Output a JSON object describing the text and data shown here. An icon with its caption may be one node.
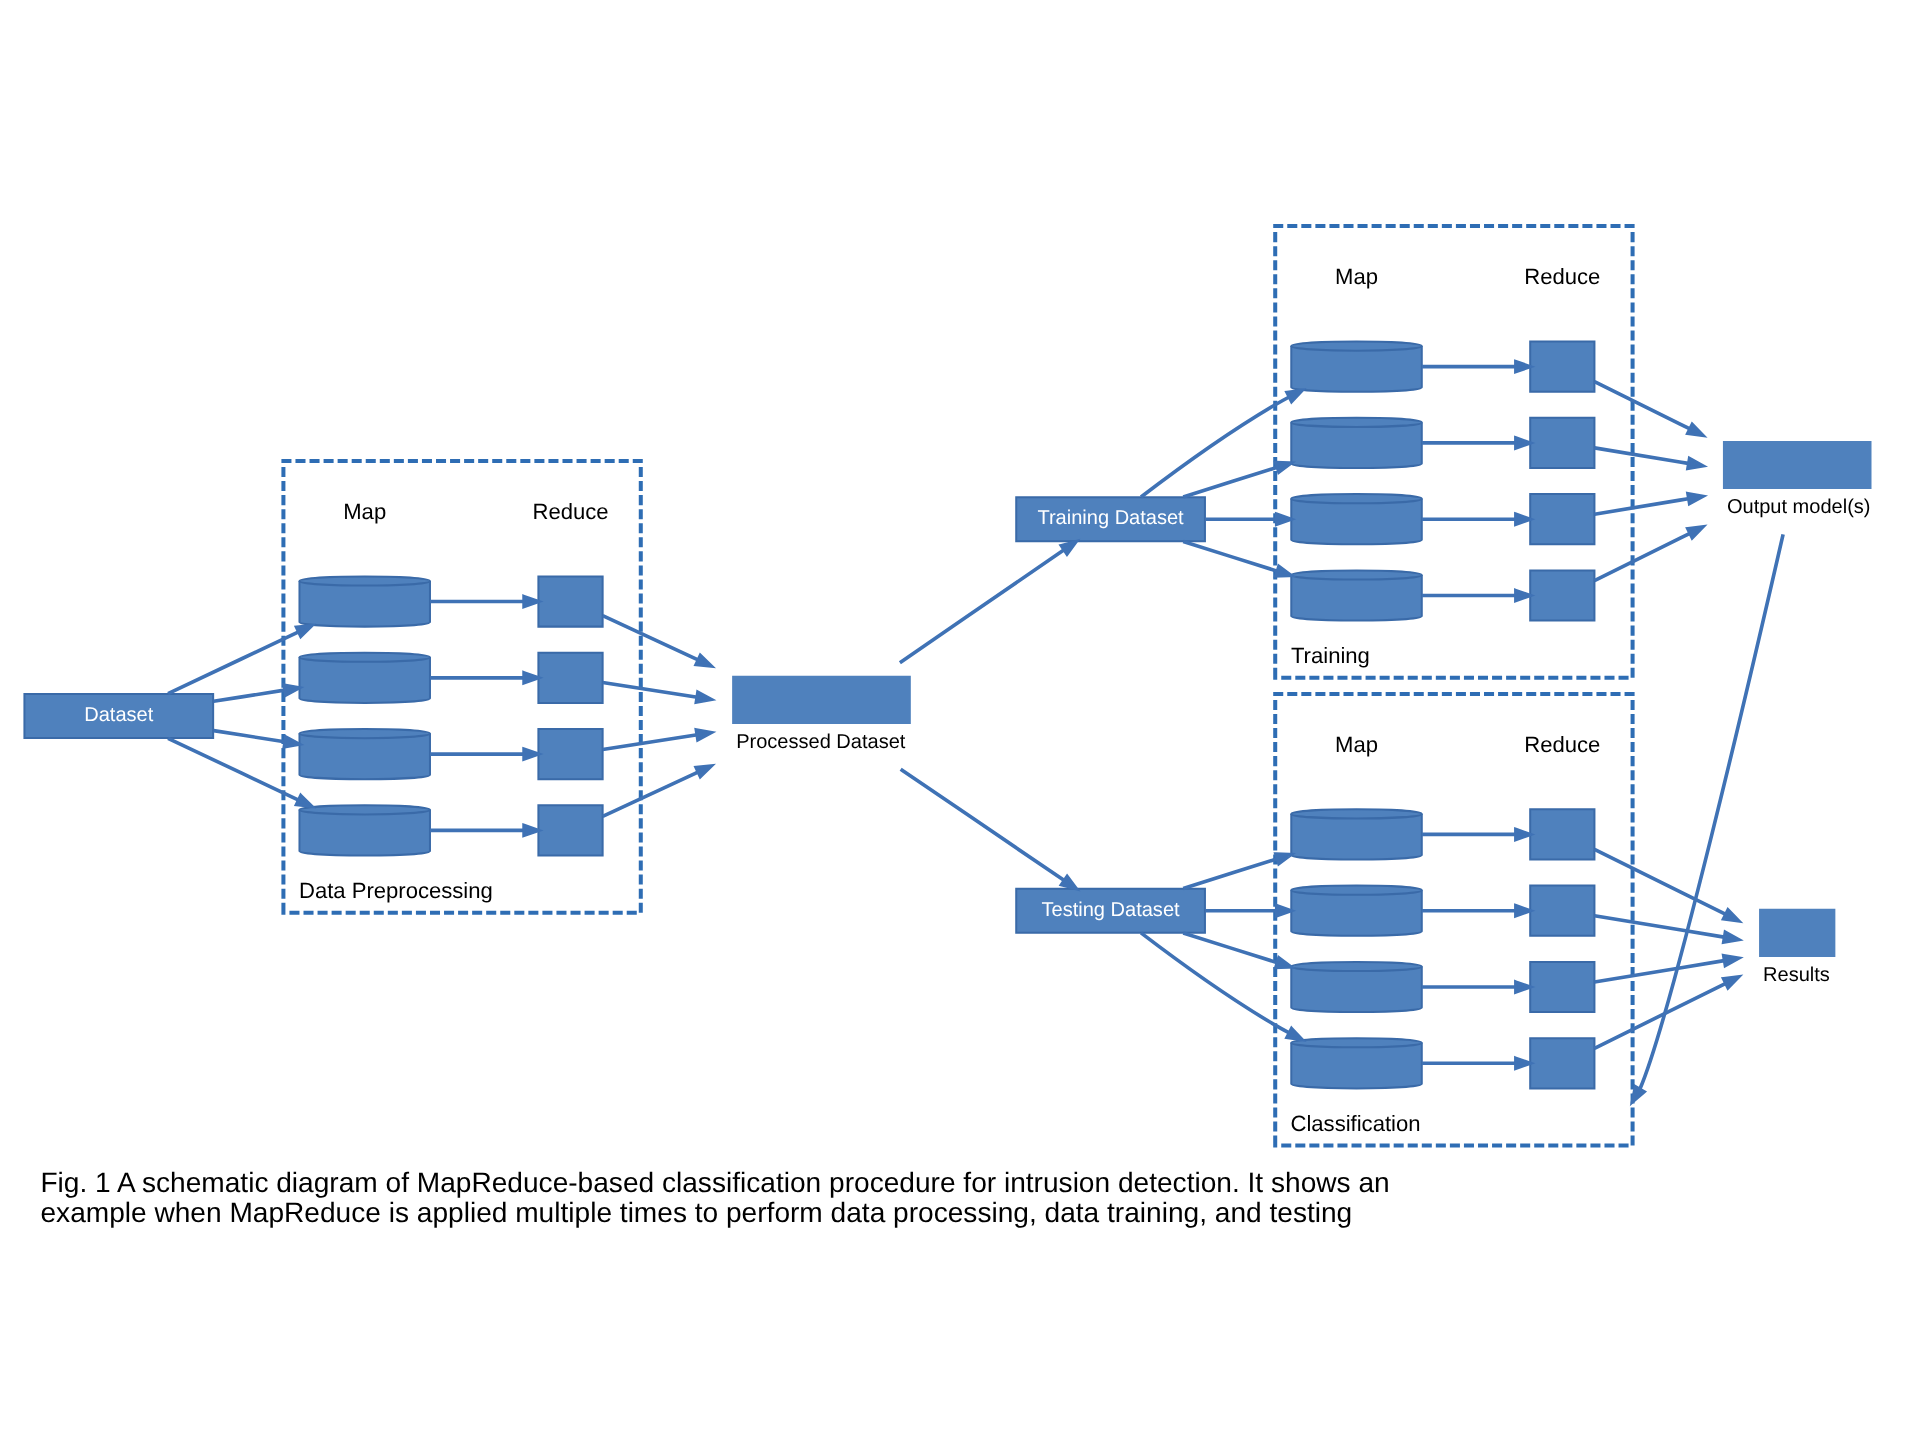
{
  "diagram": {
    "caption": "Fig. 1 A schematic diagram of MapReduce-based classification procedure for intrusion detection. It shows an example when MapReduce is applied multiple times to perform data processing, data training, and testing",
    "nodes": [
      {
        "text": [
          "Dataset"
        ]
      },
      {
        "text": [
          "Data Preprocessing"
        ]
      },
      {
        "text": [],
        "shape": "cylinder",
        "in": 1
      },
      {
        "text": [],
        "shape": "cylinder",
        "in": 1
      },
      {
        "text": [],
        "shape": "cylinder",
        "in": 1
      },
      {
        "text": [],
        "shape": "cylinder",
        "in": 1
      },
      {
        "text": [],
        "shape": "box",
        "in": 1
      },
      {
        "text": [],
        "shape": "box",
        "in": 1
      },
      {
        "text": [],
        "shape": "box",
        "in": 1
      },
      {
        "text": [],
        "shape": "box",
        "in": 1
      },
      {
        "text": [],
        "shape": "box",
        "beside": [
          "Processed Dataset"
        ]
      },
      {
        "text": [
          "Training Dataset"
        ]
      },
      {
        "text": [
          "Testing Dataset"
        ]
      },
      {
        "text": [
          "Training"
        ]
      },
      {
        "text": [],
        "shape": "cylinder",
        "in": 13
      },
      {
        "text": [],
        "shape": "cylinder",
        "in": 13
      },
      {
        "text": [],
        "shape": "cylinder",
        "in": 13
      },
      {
        "text": [],
        "shape": "cylinder",
        "in": 13
      },
      {
        "text": [],
        "shape": "box",
        "in": 13
      },
      {
        "text": [],
        "shape": "box",
        "in": 13
      },
      {
        "text": [],
        "shape": "box",
        "in": 13
      },
      {
        "text": [],
        "shape": "box",
        "in": 13
      },
      {
        "text": [],
        "shape": "box",
        "beside": [
          "Output model(s)"
        ]
      },
      {
        "text": [
          "Classification"
        ]
      },
      {
        "text": [],
        "shape": "cylinder",
        "in": 23
      },
      {
        "text": [],
        "shape": "cylinder",
        "in": 23
      },
      {
        "text": [],
        "shape": "cylinder",
        "in": 23
      },
      {
        "text": [],
        "shape": "cylinder",
        "in": 23
      },
      {
        "text": [],
        "shape": "box",
        "in": 23
      },
      {
        "text": [],
        "shape": "box",
        "in": 23
      },
      {
        "text": [],
        "shape": "box",
        "in": 23
      },
      {
        "text": [],
        "shape": "box",
        "in": 23
      },
      {
        "text": [],
        "shape": "box",
        "beside": [
          "Results"
        ]
      }
    ],
    "edges": [
      {
        "from": 0,
        "to": 2,
        "arrow": "to"
      },
      {
        "from": 0,
        "to": 3,
        "arrow": "to"
      },
      {
        "from": 0,
        "to": 4,
        "arrow": "to"
      },
      {
        "from": 0,
        "to": 5,
        "arrow": "to"
      },
      {
        "from": 2,
        "to": 6,
        "arrow": "to"
      },
      {
        "from": 3,
        "to": 7,
        "arrow": "to"
      },
      {
        "from": 4,
        "to": 8,
        "arrow": "to"
      },
      {
        "from": 5,
        "to": 9,
        "arrow": "to"
      },
      {
        "from": 6,
        "to": 10,
        "arrow": "to"
      },
      {
        "from": 7,
        "to": 10,
        "arrow": "to"
      },
      {
        "from": 8,
        "to": 10,
        "arrow": "to"
      },
      {
        "from": 9,
        "to": 10,
        "arrow": "to"
      },
      {
        "from": 10,
        "to": 11,
        "arrow": "to"
      },
      {
        "from": 10,
        "to": 12,
        "arrow": "to"
      },
      {
        "from": 11,
        "to": 14,
        "arrow": "to"
      },
      {
        "from": 11,
        "to": 15,
        "arrow": "to"
      },
      {
        "from": 11,
        "to": 16,
        "arrow": "to"
      },
      {
        "from": 11,
        "to": 17,
        "arrow": "to"
      },
      {
        "from": 14,
        "to": 18,
        "arrow": "to"
      },
      {
        "from": 15,
        "to": 19,
        "arrow": "to"
      },
      {
        "from": 16,
        "to": 20,
        "arrow": "to"
      },
      {
        "from": 17,
        "to": 21,
        "arrow": "to"
      },
      {
        "from": 18,
        "to": 22,
        "arrow": "to"
      },
      {
        "from": 19,
        "to": 22,
        "arrow": "to"
      },
      {
        "from": 20,
        "to": 22,
        "arrow": "to"
      },
      {
        "from": 21,
        "to": 22,
        "arrow": "to"
      },
      {
        "from": 22,
        "to": 23,
        "arrow": "to"
      },
      {
        "from": 12,
        "to": 24,
        "arrow": "to"
      },
      {
        "from": 12,
        "to": 25,
        "arrow": "to"
      },
      {
        "from": 12,
        "to": 26,
        "arrow": "to"
      },
      {
        "from": 12,
        "to": 27,
        "arrow": "to"
      },
      {
        "from": 24,
        "to": 28,
        "arrow": "to"
      },
      {
        "from": 25,
        "to": 29,
        "arrow": "to"
      },
      {
        "from": 26,
        "to": 30,
        "arrow": "to"
      },
      {
        "from": 27,
        "to": 31,
        "arrow": "to"
      },
      {
        "from": 28,
        "to": 32,
        "arrow": "to"
      },
      {
        "from": 29,
        "to": 32,
        "arrow": "to"
      },
      {
        "from": 30,
        "to": 32,
        "arrow": "to"
      },
      {
        "from": 31,
        "to": 32,
        "arrow": "to"
      }
    ],
    "labels": [
      "Map",
      "Reduce",
      "Map",
      "Reduce",
      "Map",
      "Reduce"
    ]
  }
}
